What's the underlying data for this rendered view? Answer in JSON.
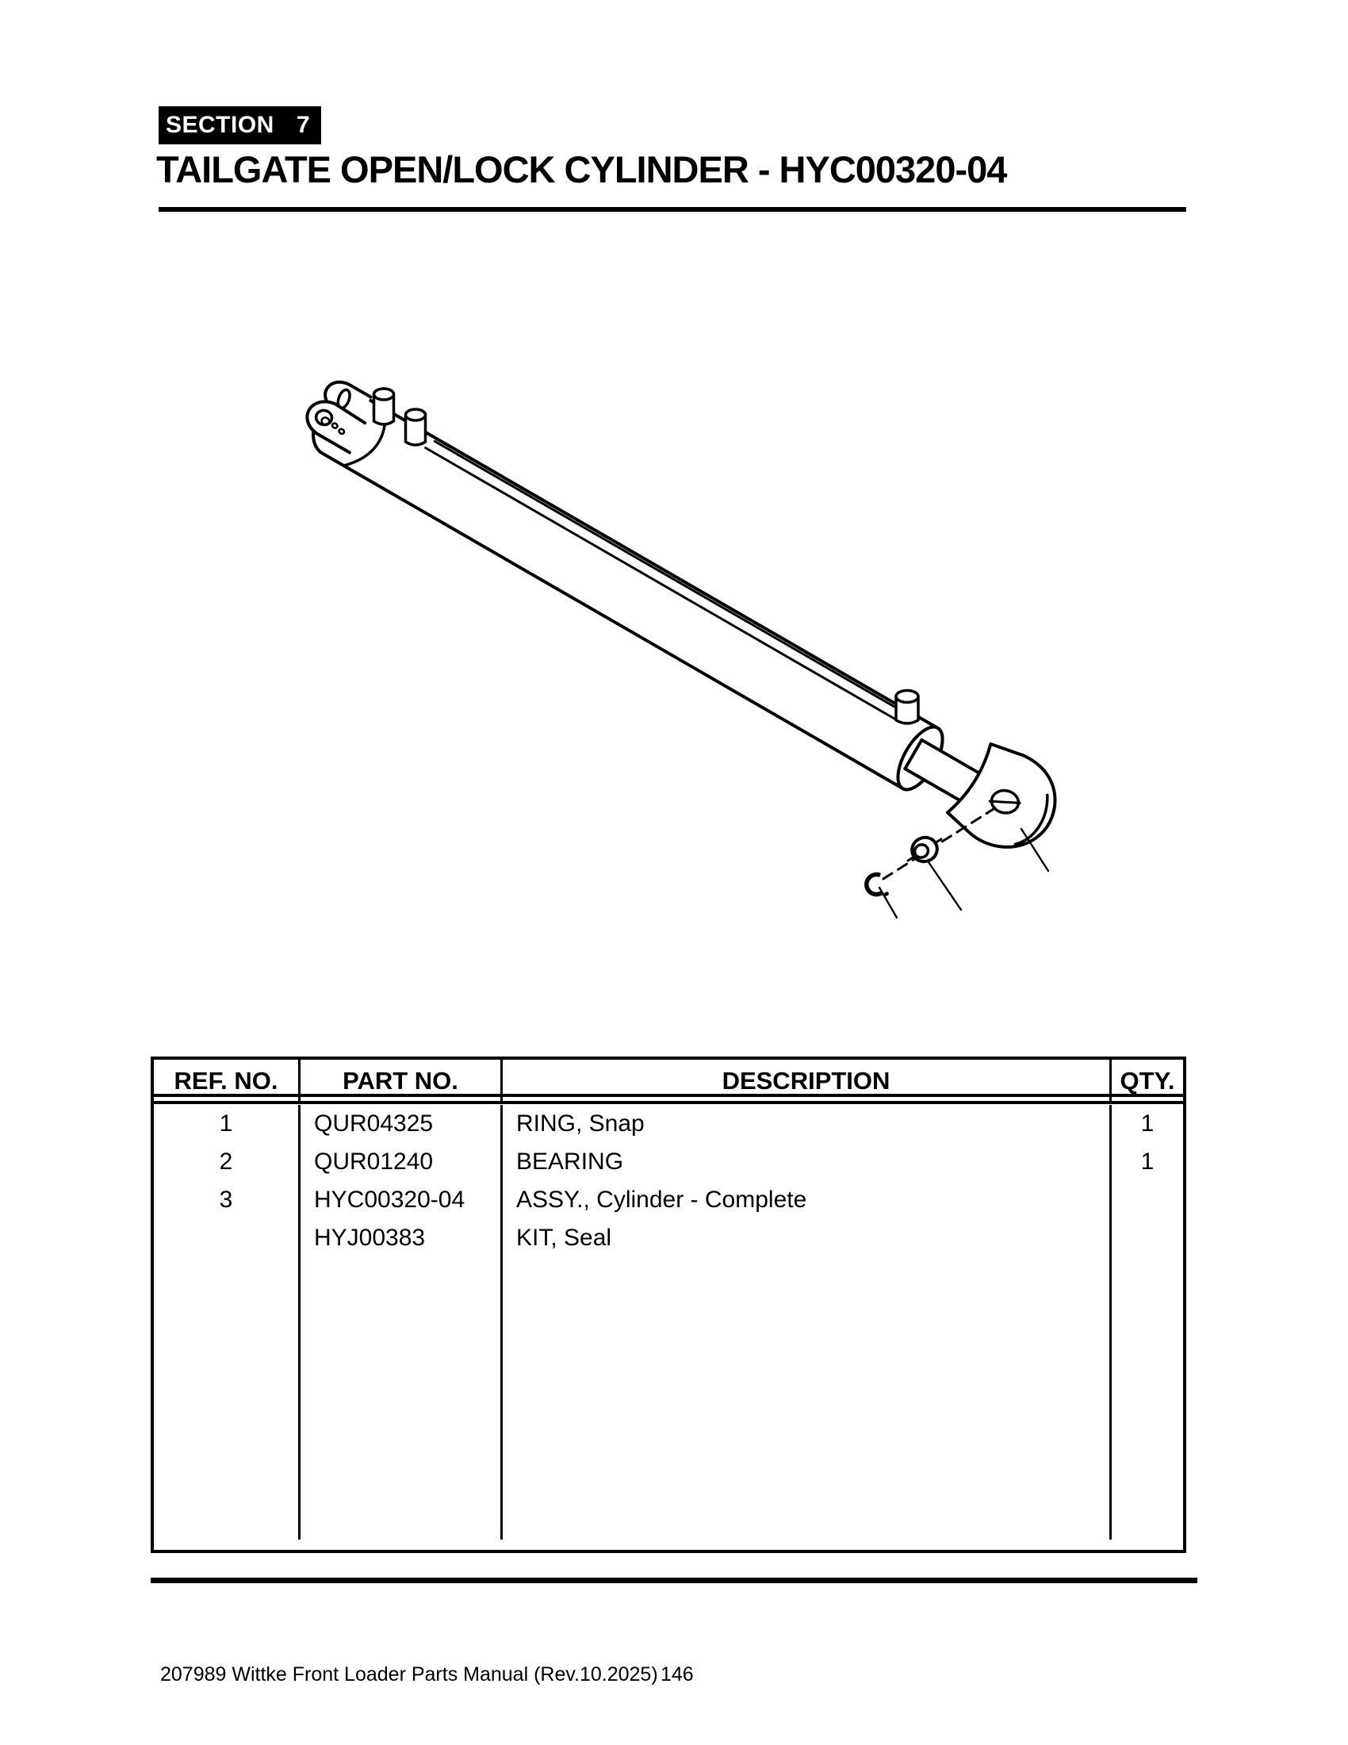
{
  "section": {
    "label": "SECTION",
    "number": "7"
  },
  "title": "TAILGATE OPEN/LOCK CYLINDER - HYC00320-04",
  "table": {
    "headers": [
      "REF. NO.",
      "PART NO.",
      "DESCRIPTION",
      "QTY."
    ],
    "rows": [
      {
        "ref": "1",
        "part": "QUR04325",
        "desc": "RING, Snap",
        "qty": "1"
      },
      {
        "ref": "2",
        "part": "QUR01240",
        "desc": "BEARING",
        "qty": "1"
      },
      {
        "ref": "3",
        "part": "HYC00320-04",
        "desc": "ASSY., Cylinder - Complete",
        "qty": ""
      },
      {
        "ref": "",
        "part": "HYJ00383",
        "desc": "KIT, Seal",
        "qty": ""
      }
    ]
  },
  "footer": {
    "manual": "207989 Wittke Front Loader Parts Manual (Rev.10.2025)",
    "page_number": "146"
  },
  "colors": {
    "ink": "#000000",
    "paper": "#ffffff"
  }
}
